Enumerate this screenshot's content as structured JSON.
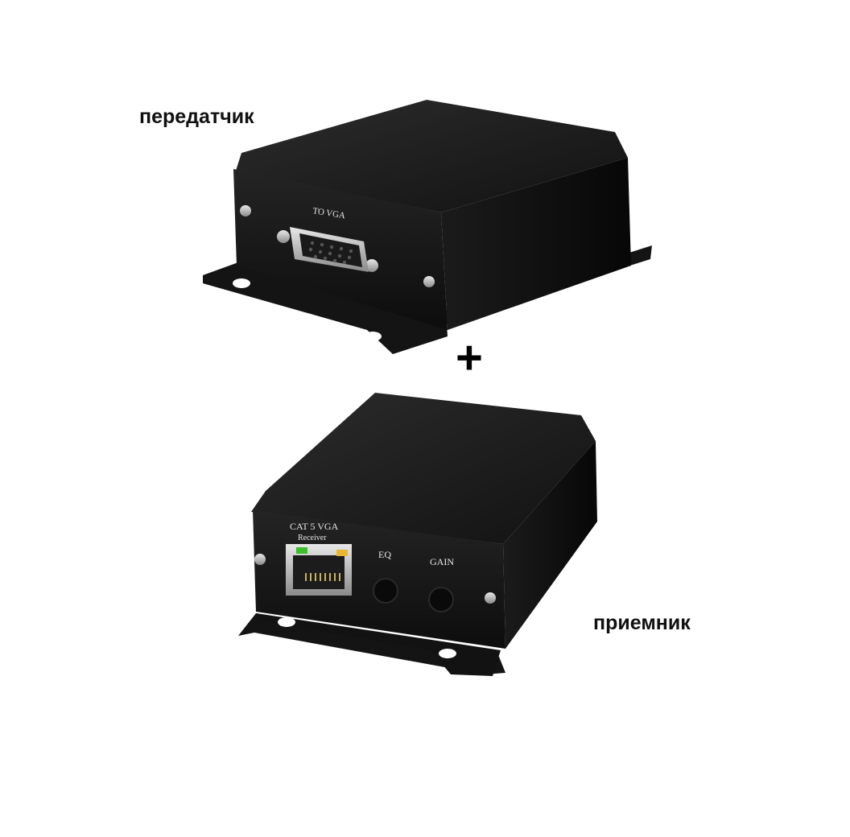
{
  "labels": {
    "transmitter": "передатчик",
    "receiver": "приемник",
    "plus": "+"
  },
  "transmitter": {
    "port_label": "TO VGA"
  },
  "receiver": {
    "title_line1": "CAT 5 VGA",
    "title_line2": "Receiver",
    "eq_label": "EQ",
    "gain_label": "GAIN"
  },
  "colors": {
    "body_dark": "#1a1a1a",
    "body_side": "#0e0e0e",
    "face": "#161616",
    "metal": "#c9c9c9",
    "led_green": "#3bbf2a",
    "led_amber": "#e7b733"
  }
}
